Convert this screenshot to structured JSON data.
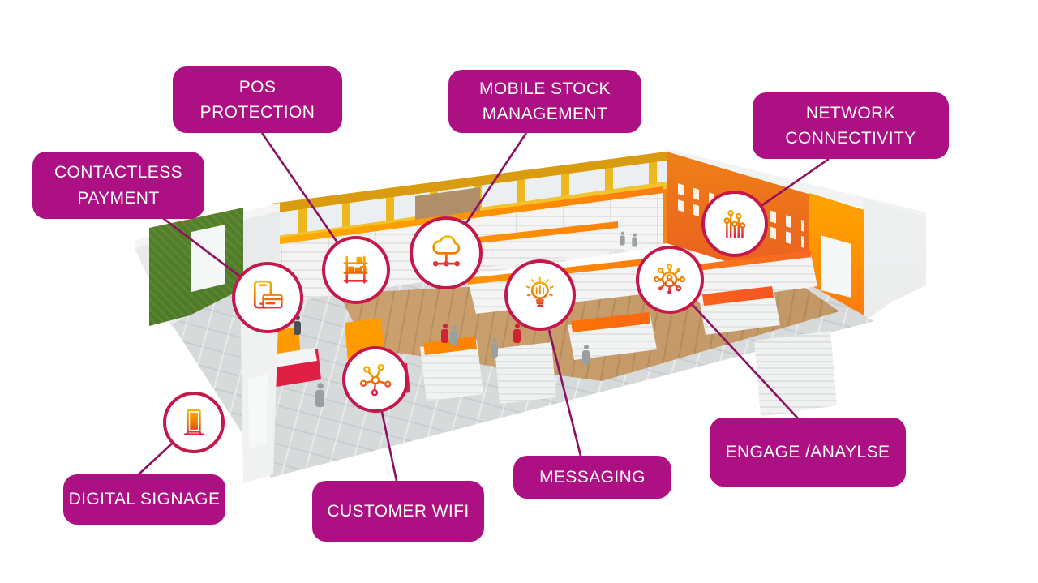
{
  "callouts": {
    "contactless_payment": {
      "line1": "CONTACTLESS",
      "line2": "PAYMENT"
    },
    "pos_protection": {
      "line1": "POS",
      "line2": "PROTECTION"
    },
    "mobile_stock_management": {
      "line1": "MOBILE STOCK",
      "line2": "MANAGEMENT"
    },
    "network_connectivity": {
      "line1": "NETWORK",
      "line2": "CONNECTIVITY"
    },
    "digital_signage": {
      "line1": "DIGITAL SIGNAGE"
    },
    "customer_wifi": {
      "line1": "CUSTOMER WIFI"
    },
    "messaging": {
      "line1": "MESSAGING"
    },
    "engage_analyse": {
      "line1": "ENGAGE /ANAYLSE"
    }
  },
  "icons": {
    "contactless_payment": "phone-card-icon",
    "pos_protection": "shelf-rack-icon",
    "mobile_stock_management": "cloud-network-icon",
    "network_connectivity": "circuit-traces-icon",
    "digital_signage": "signage-kiosk-icon",
    "customer_wifi": "network-hub-icon",
    "messaging": "lightbulb-icon",
    "engage_analyse": "person-network-icon"
  },
  "colors": {
    "label_background": "#ad1083",
    "label_text": "#ffffff",
    "connector_line": "#8e1060",
    "marker_border": "#c5174a",
    "marker_fill": "#ffffff",
    "icon_gradient": [
      "#f5bb00",
      "#f07c00",
      "#e0164c"
    ]
  }
}
